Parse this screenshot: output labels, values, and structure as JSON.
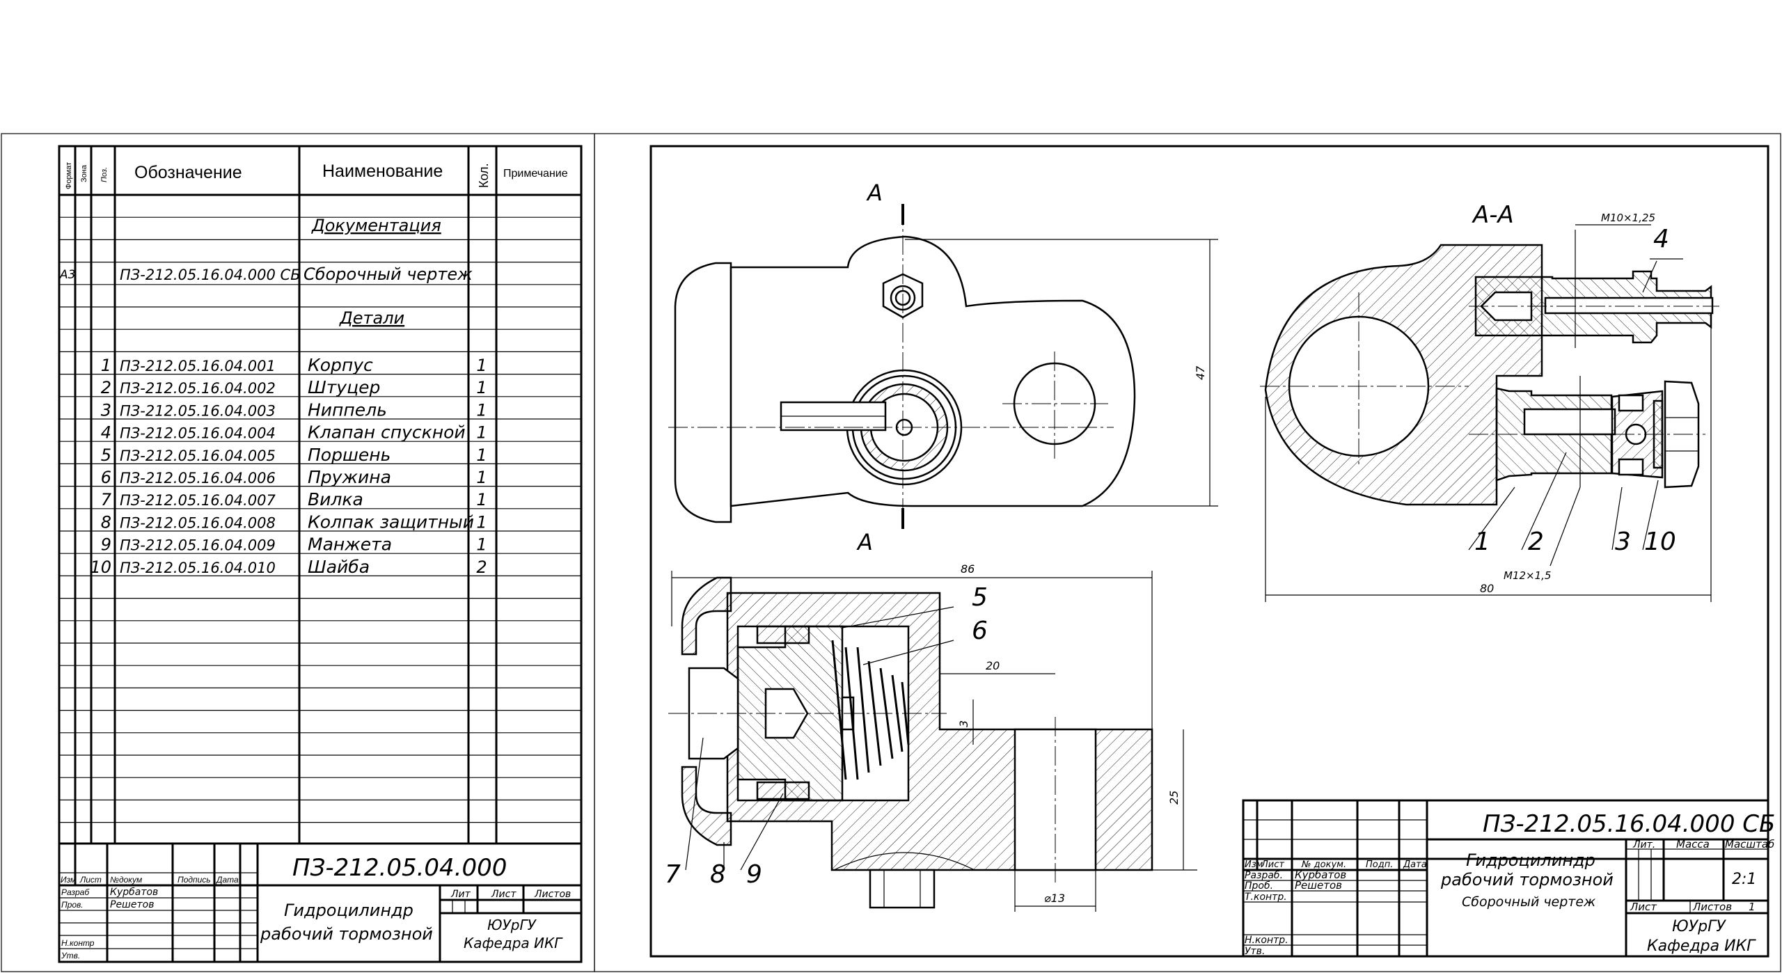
{
  "spec": {
    "headers": {
      "format": "Формат",
      "zone": "Зона",
      "pos": "Поз.",
      "designation": "Обозначение",
      "name": "Наименование",
      "qty": "Кол.",
      "note": "Примечание"
    },
    "section_documentation": "Документация",
    "doc_format": "А3",
    "doc_designation": "ПЗ-212.05.16.04.000 СБ",
    "doc_name": "Сборочный чертеж",
    "section_parts": "Детали",
    "rows": [
      {
        "pos": "1",
        "designation": "ПЗ-212.05.16.04.001",
        "name": "Корпус",
        "qty": "1"
      },
      {
        "pos": "2",
        "designation": "ПЗ-212.05.16.04.002",
        "name": "Штуцер",
        "qty": "1"
      },
      {
        "pos": "3",
        "designation": "ПЗ-212.05.16.04.003",
        "name": "Ниппель",
        "qty": "1"
      },
      {
        "pos": "4",
        "designation": "ПЗ-212.05.16.04.004",
        "name": "Клапан спускной",
        "qty": "1"
      },
      {
        "pos": "5",
        "designation": "ПЗ-212.05.16.04.005",
        "name": "Поршень",
        "qty": "1"
      },
      {
        "pos": "6",
        "designation": "ПЗ-212.05.16.04.006",
        "name": "Пружина",
        "qty": "1"
      },
      {
        "pos": "7",
        "designation": "ПЗ-212.05.16.04.007",
        "name": "Вилка",
        "qty": "1"
      },
      {
        "pos": "8",
        "designation": "ПЗ-212.05.16.04.008",
        "name": "Колпак защитный",
        "qty": "1"
      },
      {
        "pos": "9",
        "designation": "ПЗ-212.05.16.04.009",
        "name": "Манжета",
        "qty": "1"
      },
      {
        "pos": "10",
        "designation": "ПЗ-212.05.16.04.010",
        "name": "Шайба",
        "qty": "2"
      }
    ],
    "title_block": {
      "designation": "ПЗ-212.05.04.000",
      "col_izm": "Изм",
      "col_list": "Лист",
      "col_ndokum": "№докум",
      "col_podpis": "Подпись",
      "col_data": "Дата",
      "razrab_label": "Разраб",
      "razrab_name": "Курбатов",
      "prov_label": "Пров.",
      "prov_name": "Решетов",
      "nkontr_label": "Н.контр",
      "utv_label": "Утв.",
      "title_line1": "Гидроцилиндр",
      "title_line2": "рабочий тормозной",
      "lit": "Лит",
      "list": "Лист",
      "listov": "Листов",
      "org1": "ЮУрГУ",
      "org2": "Кафедра ИКГ"
    }
  },
  "drawing": {
    "section_label_a": "А",
    "section_title": "А-А",
    "thread_top": "М10×1,25",
    "thread_bottom": "М12×1,5",
    "dim_47": "47",
    "dim_86": "86",
    "dim_80": "80",
    "dim_20": "20",
    "dim_3": "3",
    "dim_25": "25",
    "dim_d13": "⌀13",
    "leaders": {
      "p1": "1",
      "p2": "2",
      "p3": "3",
      "p4": "4",
      "p5": "5",
      "p6": "6",
      "p7": "7",
      "p8": "8",
      "p9": "9",
      "p10": "10"
    },
    "title_block": {
      "designation": "ПЗ-212.05.16.04.000 СБ",
      "col_izm": "Изм",
      "col_list": "Лист",
      "col_ndokum": "№ докум.",
      "col_podp": "Подп.",
      "col_data": "Дата",
      "razrab_label": "Разраб.",
      "razrab_name": "Курбатов",
      "prov_label": "Проб.",
      "prov_name": "Решетов",
      "tkontr_label": "Т.контр.",
      "nkontr_label": "Н.контр.",
      "utv_label": "Утв.",
      "title_line1": "Гидроцилиндр",
      "title_line2": "рабочий тормозной",
      "subtitle": "Сборочный чертеж",
      "lit": "Лит.",
      "massa": "Масса",
      "masshtab": "Масштаб",
      "scale_value": "2:1",
      "list": "Лист",
      "listov": "Листов",
      "listov_value": "1",
      "org1": "ЮУрГУ",
      "org2": "Кафедра ИКГ"
    }
  }
}
